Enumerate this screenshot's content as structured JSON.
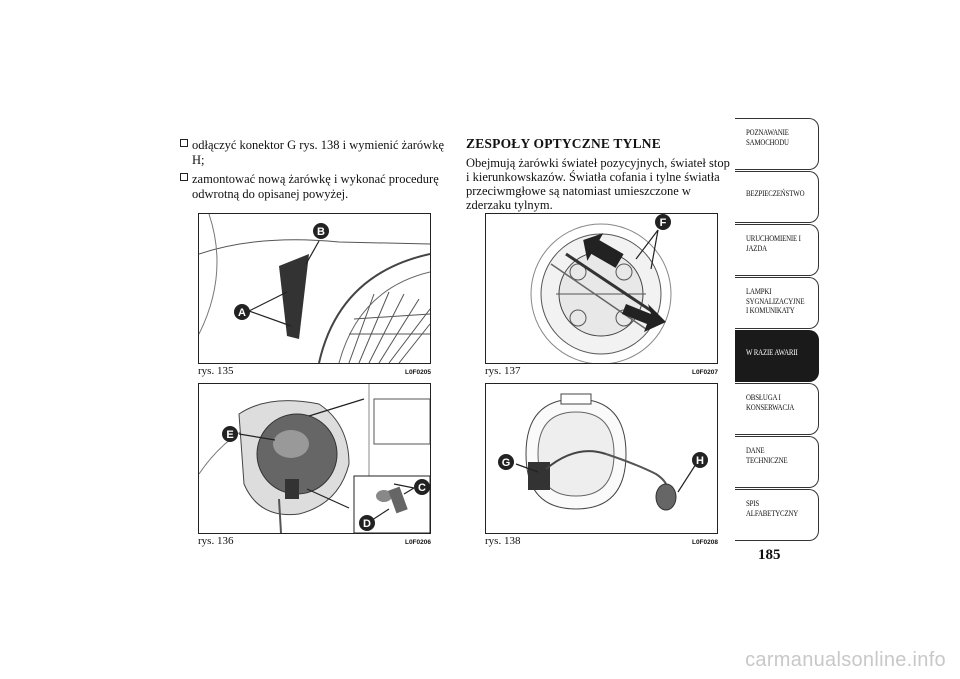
{
  "left_bullets": [
    "odłączyć konektor G rys. 138 i wymienić żarówkę H;",
    "zamontować nową żarówkę i wykonać procedurę odwrotną do opisanej powyżej."
  ],
  "section": {
    "title": "ZESPOŁY OPTYCZNE TYLNE",
    "body": "Obejmują żarówki świateł pozycyjnych, świateł stop i kierunkowskazów. Światła cofania i tylne światła przeciwmgłowe są natomiast umieszczone w zderzaku tylnym."
  },
  "figures": {
    "f135": {
      "caption": "rys. 135",
      "code": "L0F0205",
      "labels": [
        "B",
        "A"
      ]
    },
    "f136": {
      "caption": "rys. 136",
      "code": "L0F0206",
      "labels": [
        "E",
        "C",
        "D"
      ]
    },
    "f137": {
      "caption": "rys. 137",
      "code": "L0F0207",
      "labels": [
        "F"
      ]
    },
    "f138": {
      "caption": "rys. 138",
      "code": "L0F0208",
      "labels": [
        "G",
        "H"
      ]
    }
  },
  "sidebar": {
    "tabs": [
      "POZNAWANIE\nSAMOCHODU",
      "BEZPIECZEŃSTWO",
      "URUCHOMIENIE I\nJAZDA",
      "LAMPKI\nSYGNALIZACYJNE\nI KOMUNIKATY",
      "W RAZIE AWARII",
      "OBSŁUGA I\nKONSERWACJA",
      "DANE\nTECHNICZNE",
      "SPIS\nALFABETYCZNY"
    ],
    "active_index": 4
  },
  "page_number": "185",
  "watermark": "carmanualsonline.info"
}
